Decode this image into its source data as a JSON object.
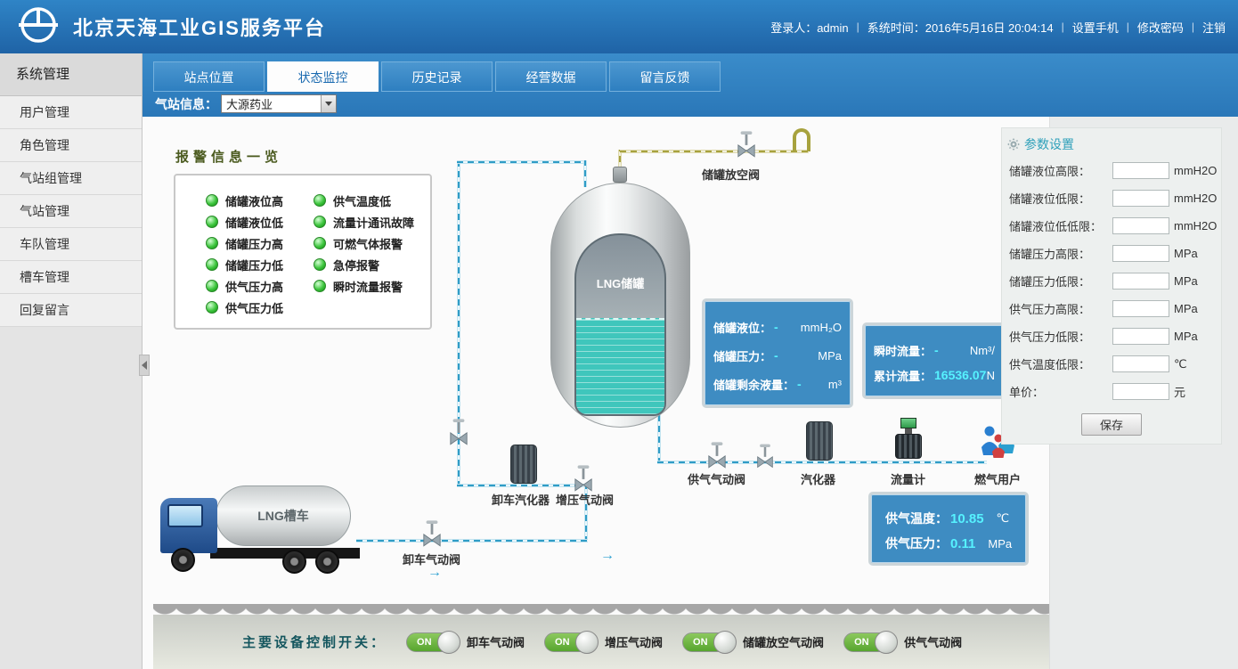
{
  "header": {
    "title": "北京天海工业GIS服务平台",
    "login": "登录人：admin",
    "time": "系统时间：2016年5月16日 20:04:14",
    "link_phone": "设置手机",
    "link_password": "修改密码",
    "link_logout": "注销"
  },
  "sidebar": {
    "title": "系统管理",
    "items": [
      {
        "label": "用户管理"
      },
      {
        "label": "角色管理"
      },
      {
        "label": "气站组管理"
      },
      {
        "label": "气站管理"
      },
      {
        "label": "车队管理"
      },
      {
        "label": "槽车管理"
      },
      {
        "label": "回复留言"
      }
    ]
  },
  "tabs": [
    {
      "label": "站点位置"
    },
    {
      "label": "状态监控"
    },
    {
      "label": "历史记录"
    },
    {
      "label": "经营数据"
    },
    {
      "label": "留言反馈"
    }
  ],
  "station": {
    "label": "气站信息：",
    "selected": "大源药业"
  },
  "alarm": {
    "title": "报警信息一览",
    "col1": [
      {
        "label": "储罐液位高"
      },
      {
        "label": "储罐液位低"
      },
      {
        "label": "储罐压力高"
      },
      {
        "label": "储罐压力低"
      },
      {
        "label": "供气压力高"
      },
      {
        "label": "供气压力低"
      }
    ],
    "col2": [
      {
        "label": "供气温度低"
      },
      {
        "label": "流量计通讯故障"
      },
      {
        "label": "可燃气体报警"
      },
      {
        "label": "急停报警"
      },
      {
        "label": "瞬时流量报警"
      }
    ]
  },
  "diagram": {
    "tank_label": "LNG储罐",
    "truck_label": "LNG槽车",
    "vent_valve": "储罐放空阀",
    "unload_valve": "卸车气动阀",
    "unload_vaporizer": "卸车汽化器",
    "boost_valve": "增压气动阀",
    "supply_valve": "供气气动阀",
    "vaporizer": "汽化器",
    "flowmeter": "流量计",
    "gas_users": "燃气用户",
    "tank_panel": {
      "rows": [
        {
          "label": "储罐液位：",
          "value": "-",
          "unit": "mmH₂O"
        },
        {
          "label": "储罐压力：",
          "value": "-",
          "unit": "MPa"
        },
        {
          "label": "储罐剩余液量：",
          "value": "-",
          "unit": "m³"
        }
      ]
    },
    "flow_panel": {
      "rows": [
        {
          "label": "瞬时流量：",
          "value": "-",
          "unit": "Nm³/"
        },
        {
          "label": "累计流量：",
          "value": "16536.07",
          "unit": "N"
        }
      ]
    },
    "supply_panel": {
      "rows": [
        {
          "label": "供气温度：",
          "value": "10.85",
          "unit": "℃"
        },
        {
          "label": "供气压力：",
          "value": "0.11",
          "unit": "MPa"
        }
      ]
    }
  },
  "params": {
    "title": "参数设置",
    "fields": [
      {
        "label": "储罐液位高限：",
        "unit": "mmH2O"
      },
      {
        "label": "储罐液位低限：",
        "unit": "mmH2O"
      },
      {
        "label": "储罐液位低低限：",
        "unit": "mmH2O"
      },
      {
        "label": "储罐压力高限：",
        "unit": "MPa"
      },
      {
        "label": "储罐压力低限：",
        "unit": "MPa"
      },
      {
        "label": "供气压力高限：",
        "unit": "MPa"
      },
      {
        "label": "供气压力低限：",
        "unit": "MPa"
      },
      {
        "label": "供气温度低限：",
        "unit": "℃"
      },
      {
        "label": "单价：",
        "unit": "元"
      }
    ],
    "save": "保存"
  },
  "controls": {
    "title": "主要设备控制开关：",
    "switches": [
      {
        "state": "ON",
        "label": "卸车气动阀"
      },
      {
        "state": "ON",
        "label": "增压气动阀"
      },
      {
        "state": "ON",
        "label": "储罐放空气动阀"
      },
      {
        "state": "ON",
        "label": "供气气动阀"
      }
    ]
  }
}
